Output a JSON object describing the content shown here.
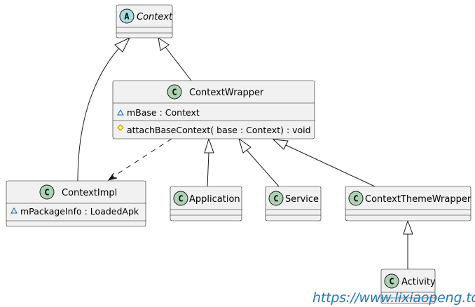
{
  "colors": {
    "box_fill": "#f1f1f1",
    "box_stroke": "#181818",
    "abstract_badge": "#a9dcdf",
    "class_badge": "#add1b2",
    "package_visibility": "#1963a0",
    "protected_visibility": "#ffff44",
    "watermark": "#1a7abf"
  },
  "classes": {
    "context": {
      "name": "Context",
      "kind": "abstract",
      "badge": "A",
      "fields": [],
      "methods": []
    },
    "context_wrapper": {
      "name": "ContextWrapper",
      "kind": "class",
      "badge": "C",
      "fields": [
        {
          "visibility": "package",
          "visibility_icon": "triangle-icon",
          "text": "mBase : Context"
        }
      ],
      "methods": [
        {
          "visibility": "protected",
          "visibility_icon": "diamond-icon",
          "text": "attachBaseContext( base : Context) : void"
        }
      ]
    },
    "context_impl": {
      "name": "ContextImpl",
      "kind": "class",
      "badge": "C",
      "fields": [
        {
          "visibility": "package",
          "visibility_icon": "triangle-icon",
          "text": "mPackageInfo : LoadedApk"
        }
      ],
      "methods": []
    },
    "application": {
      "name": "Application",
      "kind": "class",
      "badge": "C",
      "fields": [],
      "methods": []
    },
    "service": {
      "name": "Service",
      "kind": "class",
      "badge": "C",
      "fields": [],
      "methods": []
    },
    "context_theme_wrapper": {
      "name": "ContextThemeWrapper",
      "kind": "class",
      "badge": "C",
      "fields": [],
      "methods": []
    },
    "activity": {
      "name": "Activity",
      "kind": "class",
      "badge": "C",
      "fields": [],
      "methods": []
    }
  },
  "relations": [
    {
      "from": "ContextImpl",
      "to": "Context",
      "type": "inheritance"
    },
    {
      "from": "ContextWrapper",
      "to": "Context",
      "type": "inheritance"
    },
    {
      "from": "ContextWrapper",
      "to": "ContextImpl",
      "type": "dependency"
    },
    {
      "from": "Application",
      "to": "ContextWrapper",
      "type": "inheritance"
    },
    {
      "from": "Service",
      "to": "ContextWrapper",
      "type": "inheritance"
    },
    {
      "from": "ContextThemeWrapper",
      "to": "ContextWrapper",
      "type": "inheritance"
    },
    {
      "from": "Activity",
      "to": "ContextThemeWrapper",
      "type": "inheritance"
    }
  ],
  "watermark": "https://www.lixiaopeng.top"
}
